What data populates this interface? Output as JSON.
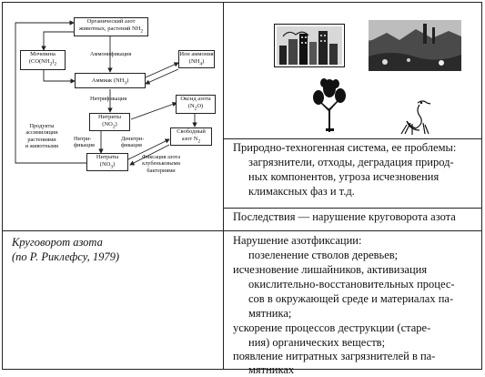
{
  "diagram": {
    "organic": "Органический азот животных, растений NH",
    "organic_sub": "2",
    "urea_l1": "Мочевина",
    "urea_l2": "(CO(NH",
    "urea_sub": "2",
    "urea_l2b": ")",
    "urea_sub2": "2",
    "ammonification": "Аммонификация",
    "ammonia": "Аммиак (NH",
    "ammonia_sub": "3",
    "ammonia_end": ")",
    "ion_l1": "Ион аммония",
    "ion_l2": "(NH",
    "ion_sub": "4",
    "ion_end": ")",
    "nitrification": "Нитрификация",
    "oxide_l1": "Оксид азота",
    "oxide_l2": "(N",
    "oxide_sub": "2",
    "oxide_end": "O)",
    "nitrite_l1": "Нитриты",
    "nitrite_l2": "(NO",
    "nitrite_sub": "2",
    "nitrite_end": ")",
    "free_l1": "Свободный",
    "free_l2": "азот N",
    "free_sub": "2",
    "products_l1": "Продукты",
    "products_l2": "ассимиляции",
    "products_l3": "растениями",
    "products_l4": "и животными",
    "nitrif2_l1": "Нитри-",
    "nitrif2_l2": "фикация",
    "denitr_l1": "Денитри-",
    "denitr_l2": "фикация",
    "nitrate_l1": "Нитраты",
    "nitrate_l2": "(NO",
    "nitrate_sub": "3",
    "nitrate_end": ")",
    "fix_l1": "Фиксация азота",
    "fix_l2": "клубеньковыми",
    "fix_l3": "бактериями"
  },
  "caption": {
    "line1": "Круговорот азота",
    "line2": "(по Р. Риклефсу, 1979)"
  },
  "system": {
    "title": "Природно-техногенная система, ее проблемы:",
    "lines": [
      "загрязнители, отходы, деградация природ-",
      "ных компонентов, угроза исчезновения",
      "климаксных фаз и т.д."
    ]
  },
  "consequences": {
    "title": "Последствия — нарушение круговорота азота"
  },
  "violation": {
    "title": "Нарушение азотфиксации:",
    "lines": [
      "позеленение стволов деревьев;",
      "исчезновение лишайников, активизация",
      "окислительно-восстановительных процес-",
      "сов в окружающей среде и материалах па-",
      "мятника;",
      "ускорение процессов деструкции (старе-",
      "ния) органических веществ;",
      "появление нитратных загрязнителей в па-",
      "мятниках"
    ]
  }
}
